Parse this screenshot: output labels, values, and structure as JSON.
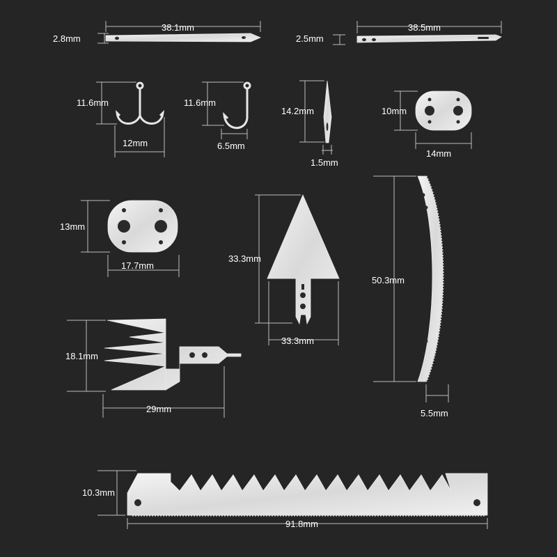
{
  "colors": {
    "background": "#252525",
    "metal_light": "#f2f2f2",
    "metal_dark": "#bfbfbf",
    "dimension_line": "#bdbdbd",
    "label": "#ffffff"
  },
  "labels": {
    "needle_a_height": "2.8mm",
    "needle_a_length": "38.1mm",
    "needle_b_height": "2.5mm",
    "needle_b_length": "38.5mm",
    "treble_hook_height": "11.6mm",
    "treble_hook_width": "12mm",
    "single_hook_height": "11.6mm",
    "single_hook_width": "6.5mm",
    "small_needle_height": "14.2mm",
    "small_needle_width": "1.5mm",
    "small_plate_height": "10mm",
    "small_plate_width": "14mm",
    "large_plate_height": "13mm",
    "large_plate_width": "17.7mm",
    "arrowhead_height": "33.3mm",
    "arrowhead_width": "33.3mm",
    "curved_saw_height": "50.3mm",
    "curved_saw_width": "5.5mm",
    "fish_spear_height": "18.1mm",
    "fish_spear_width": "29mm",
    "straight_saw_height": "10.3mm",
    "straight_saw_length": "91.8mm"
  }
}
